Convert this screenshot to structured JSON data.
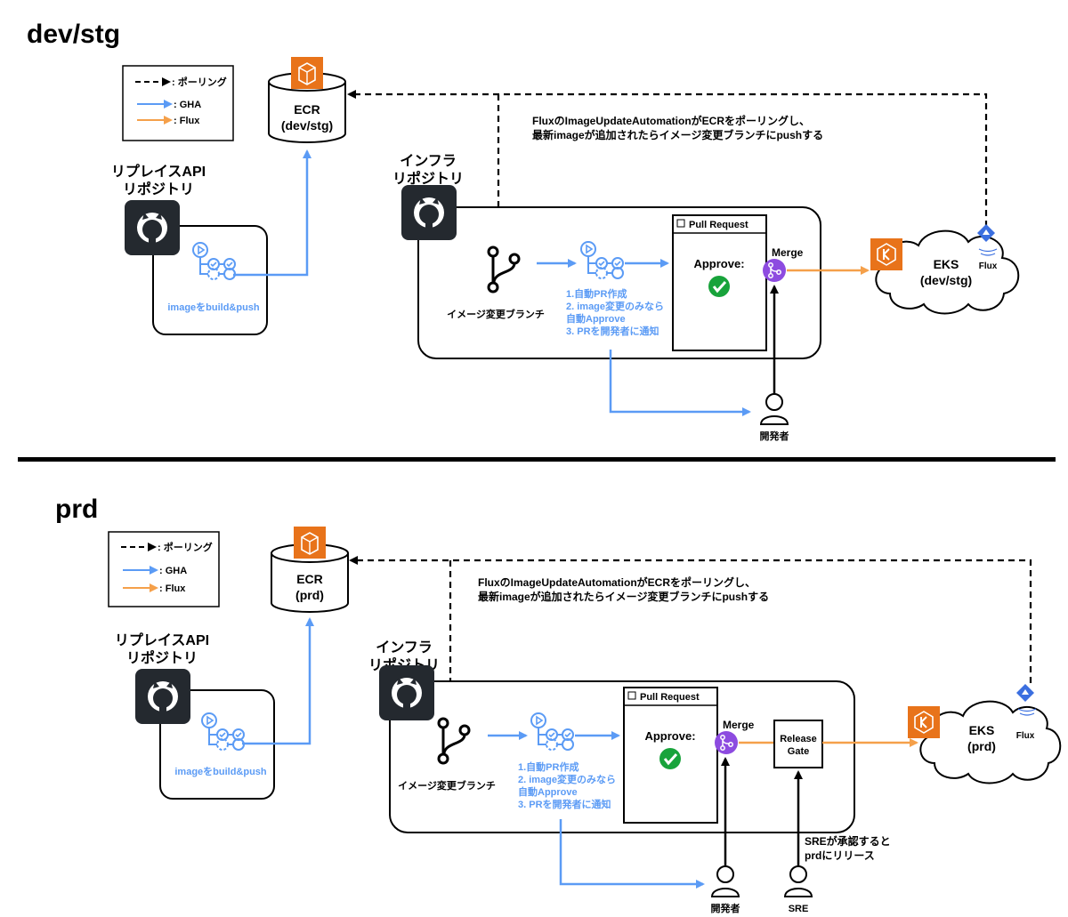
{
  "colors": {
    "gha": "#5b9bf5",
    "flux": "#f5a04a",
    "black": "#000000",
    "ecr_orange": "#e8731a",
    "merge_purple": "#8d4be0",
    "check_green": "#18a33b",
    "flux_blue": "#3b6fe0",
    "github_bg": "#24292f"
  },
  "sections": [
    {
      "title": "dev/stg",
      "legend": {
        "polling": ": ポーリング",
        "gha": ": GHA",
        "flux": ": Flux"
      },
      "ecr": {
        "name": "ECR",
        "env": "(dev/stg)"
      },
      "app_repo": {
        "line1": "リプレイスAPI",
        "line2": "リポジトリ",
        "workflow_label": "imageをbuild&push"
      },
      "infra_repo": {
        "line1": "インフラ",
        "line2": "リポジトリ"
      },
      "branch_label": "イメージ変更ブランチ",
      "steps": [
        "1.自動PR作成",
        "2. image変更のみなら",
        "自動Approve",
        "3. PRを開発者に通知"
      ],
      "pull_request": {
        "title": "Pull Request",
        "approve": "Approve:"
      },
      "merge_label": "Merge",
      "eks": {
        "name": "EKS",
        "env": "(dev/stg)",
        "flux": "Flux"
      },
      "polling_note": [
        "FluxのImageUpdateAutomationがECRをポーリングし、",
        "最新imageが追加されたらイメージ変更ブランチにpushする"
      ],
      "developer": "開発者"
    },
    {
      "title": "prd",
      "legend": {
        "polling": ": ポーリング",
        "gha": ": GHA",
        "flux": ": Flux"
      },
      "ecr": {
        "name": "ECR",
        "env": "(prd)"
      },
      "app_repo": {
        "line1": "リプレイスAPI",
        "line2": "リポジトリ",
        "workflow_label": "imageをbuild&push"
      },
      "infra_repo": {
        "line1": "インフラ",
        "line2": "リポジトリ"
      },
      "branch_label": "イメージ変更ブランチ",
      "steps": [
        "1.自動PR作成",
        "2. image変更のみなら",
        "自動Approve",
        "3. PRを開発者に通知"
      ],
      "pull_request": {
        "title": "Pull Request",
        "approve": "Approve:"
      },
      "merge_label": "Merge",
      "release_gate": [
        "Release",
        "Gate"
      ],
      "eks": {
        "name": "EKS",
        "env": "(prd)",
        "flux": "Flux"
      },
      "polling_note": [
        "FluxのImageUpdateAutomationがECRをポーリングし、",
        "最新imageが追加されたらイメージ変更ブランチにpushする"
      ],
      "developer": "開発者",
      "sre_note": [
        "SREが承認すると",
        "prdにリリース"
      ],
      "sre": "SRE"
    }
  ]
}
